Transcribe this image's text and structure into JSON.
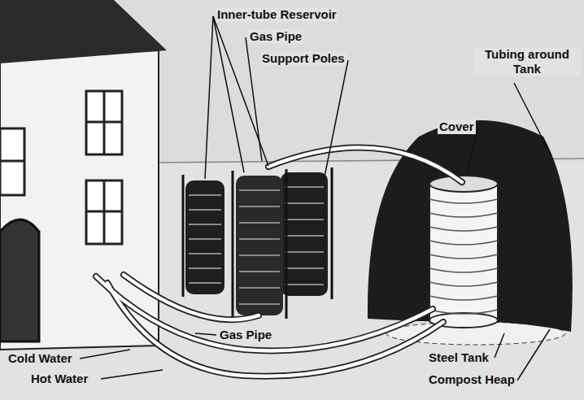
{
  "diagram": {
    "labels": [
      "Inner-tube Reservoir",
      "Gas Pipe",
      "Support Poles",
      "Tubing around Tank",
      "Cover",
      "Gas Pipe",
      "Cold Water",
      "Hot Water",
      "Steel Tank",
      "Compost Heap"
    ]
  }
}
